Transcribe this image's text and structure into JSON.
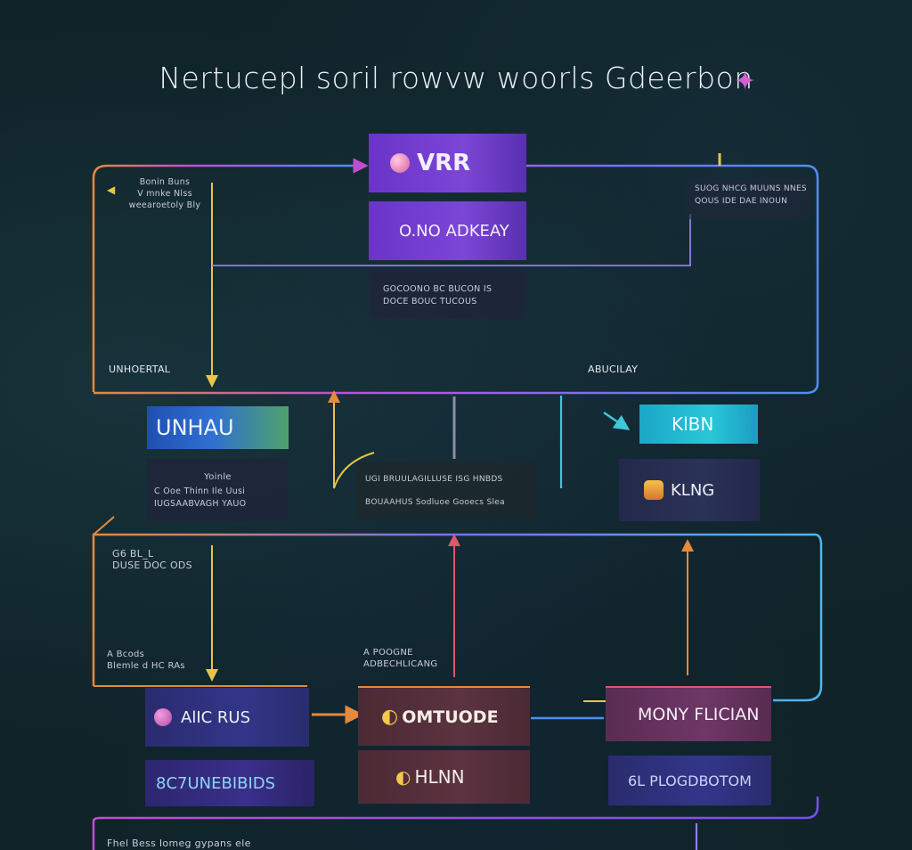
{
  "title": "Nertucepl soril rowvw woorls Gdeerbon",
  "colors": {
    "background": "#0f2328",
    "wire_magenta": "#c04fd0",
    "wire_blue": "#4f8ff0",
    "wire_orange": "#e58a3c",
    "wire_yellow": "#e8c547",
    "wire_cyan": "#3fc8d8",
    "wire_red": "#e0556a"
  },
  "top_left_note": [
    "Bonin Buns",
    "V mnke Nlss",
    "weearoetoly Bly"
  ],
  "top_center": {
    "box1_label": "VRR",
    "box2_label": "O.NO ADKEAY",
    "caption_lines": [
      "GOCOONO BC BUCON IS",
      "DOCE BOUC TUCOUS"
    ]
  },
  "top_right_note": [
    "SUOG NHCG MUUNS NNES",
    "QOUS IDE DAE INOUN"
  ],
  "loop_label_left": "UNHOERTAL",
  "loop_label_right": "ABUCILAY",
  "middle_left": {
    "box_label": "UNHAU",
    "caption_title": "Yoinle",
    "caption_lines": [
      "C Ooe Thinn Ile Uusi",
      "IUGSAABVAGH YAUO"
    ]
  },
  "middle_center": {
    "caption_lines": [
      "UGI BRUULAGILLUSE ISG HNBDS",
      "BOUAAHUS Sodluoe Gooecs Slea"
    ]
  },
  "middle_right": {
    "box1_label": "KlBN",
    "box2_label": "KLNG"
  },
  "lower_left_note": [
    "G6 BL_L",
    "DUSE DOC ODS"
  ],
  "lower_left_note2": [
    "A Bcods",
    "Blemle d HC RAs"
  ],
  "lower_center_note": [
    "A POOGNE",
    "ADBECHLICANG"
  ],
  "bottom_left": {
    "box1_label": "AlIC RUS",
    "box2_label": "8C7UNEBIBIDS"
  },
  "bottom_center": {
    "box1_label": "OMTUODE",
    "box2_label": "HLNN"
  },
  "bottom_right": {
    "box1_label": "MONY FLICIAN",
    "box2_label": "6L PLOGDBOTOM"
  },
  "footer_note": "Fhel Bess Iomeg gypans ele"
}
